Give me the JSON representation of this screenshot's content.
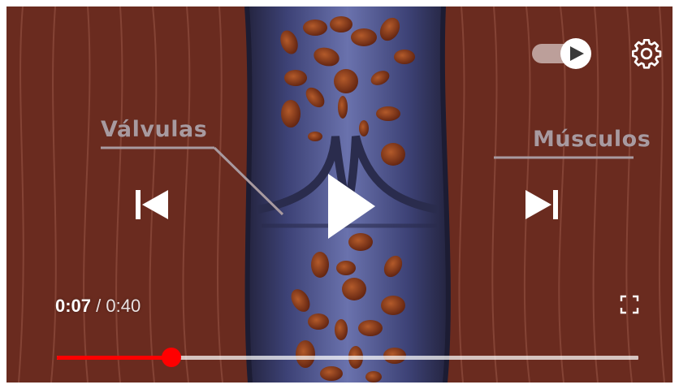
{
  "video": {
    "annotations": {
      "left": "Válvulas",
      "right": "Músculos"
    }
  },
  "player": {
    "current_time": "0:07",
    "separator": "/",
    "duration": "0:40",
    "progress_fraction": 0.197,
    "accent_color": "#ff0000",
    "autoplay_on": true,
    "icons": {
      "autoplay": "autoplay-toggle-icon",
      "settings": "gear-icon",
      "previous": "skip-previous-icon",
      "play": "play-icon",
      "next": "skip-next-icon",
      "fullscreen": "fullscreen-icon"
    }
  }
}
